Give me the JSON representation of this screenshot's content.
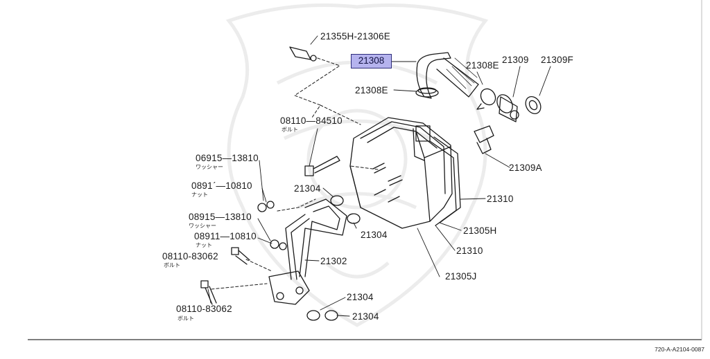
{
  "diagram": {
    "highlighted_part": "21308",
    "reference_code": "720-A-A2104-0087",
    "callouts": [
      {
        "id": "c-21355h",
        "label": "21355H-21306E"
      },
      {
        "id": "c-21308e-top",
        "label": "21308E"
      },
      {
        "id": "c-21309",
        "label": "21309"
      },
      {
        "id": "c-21309f",
        "label": "21309F"
      },
      {
        "id": "c-21308e-clamp",
        "label": "21308E"
      },
      {
        "id": "c-08110-84510",
        "label": "08110—84510"
      },
      {
        "id": "c-06915-13810",
        "label": "06915—13810"
      },
      {
        "id": "c-08911-10810a",
        "label": "0891ˊ—10810"
      },
      {
        "id": "c-21304-a",
        "label": "21304"
      },
      {
        "id": "c-21309a",
        "label": "21309A"
      },
      {
        "id": "c-21310-a",
        "label": "21310"
      },
      {
        "id": "c-08915-13810",
        "label": "08915—13810"
      },
      {
        "id": "c-21304-b",
        "label": "21304"
      },
      {
        "id": "c-21305h",
        "label": "21305H"
      },
      {
        "id": "c-08911-10810b",
        "label": "08911—10810"
      },
      {
        "id": "c-21310-b",
        "label": "21310"
      },
      {
        "id": "c-08110-83062a",
        "label": "08110-83062"
      },
      {
        "id": "c-21302",
        "label": "21302"
      },
      {
        "id": "c-21305j",
        "label": "21305J"
      },
      {
        "id": "c-21304-c",
        "label": "21304"
      },
      {
        "id": "c-08110-83062b",
        "label": "08110-83062"
      },
      {
        "id": "c-21304-d",
        "label": "21304"
      }
    ],
    "sublabels": {
      "bolt": "ボルト",
      "washer": "ワッシャー",
      "nut": "ナット"
    }
  }
}
